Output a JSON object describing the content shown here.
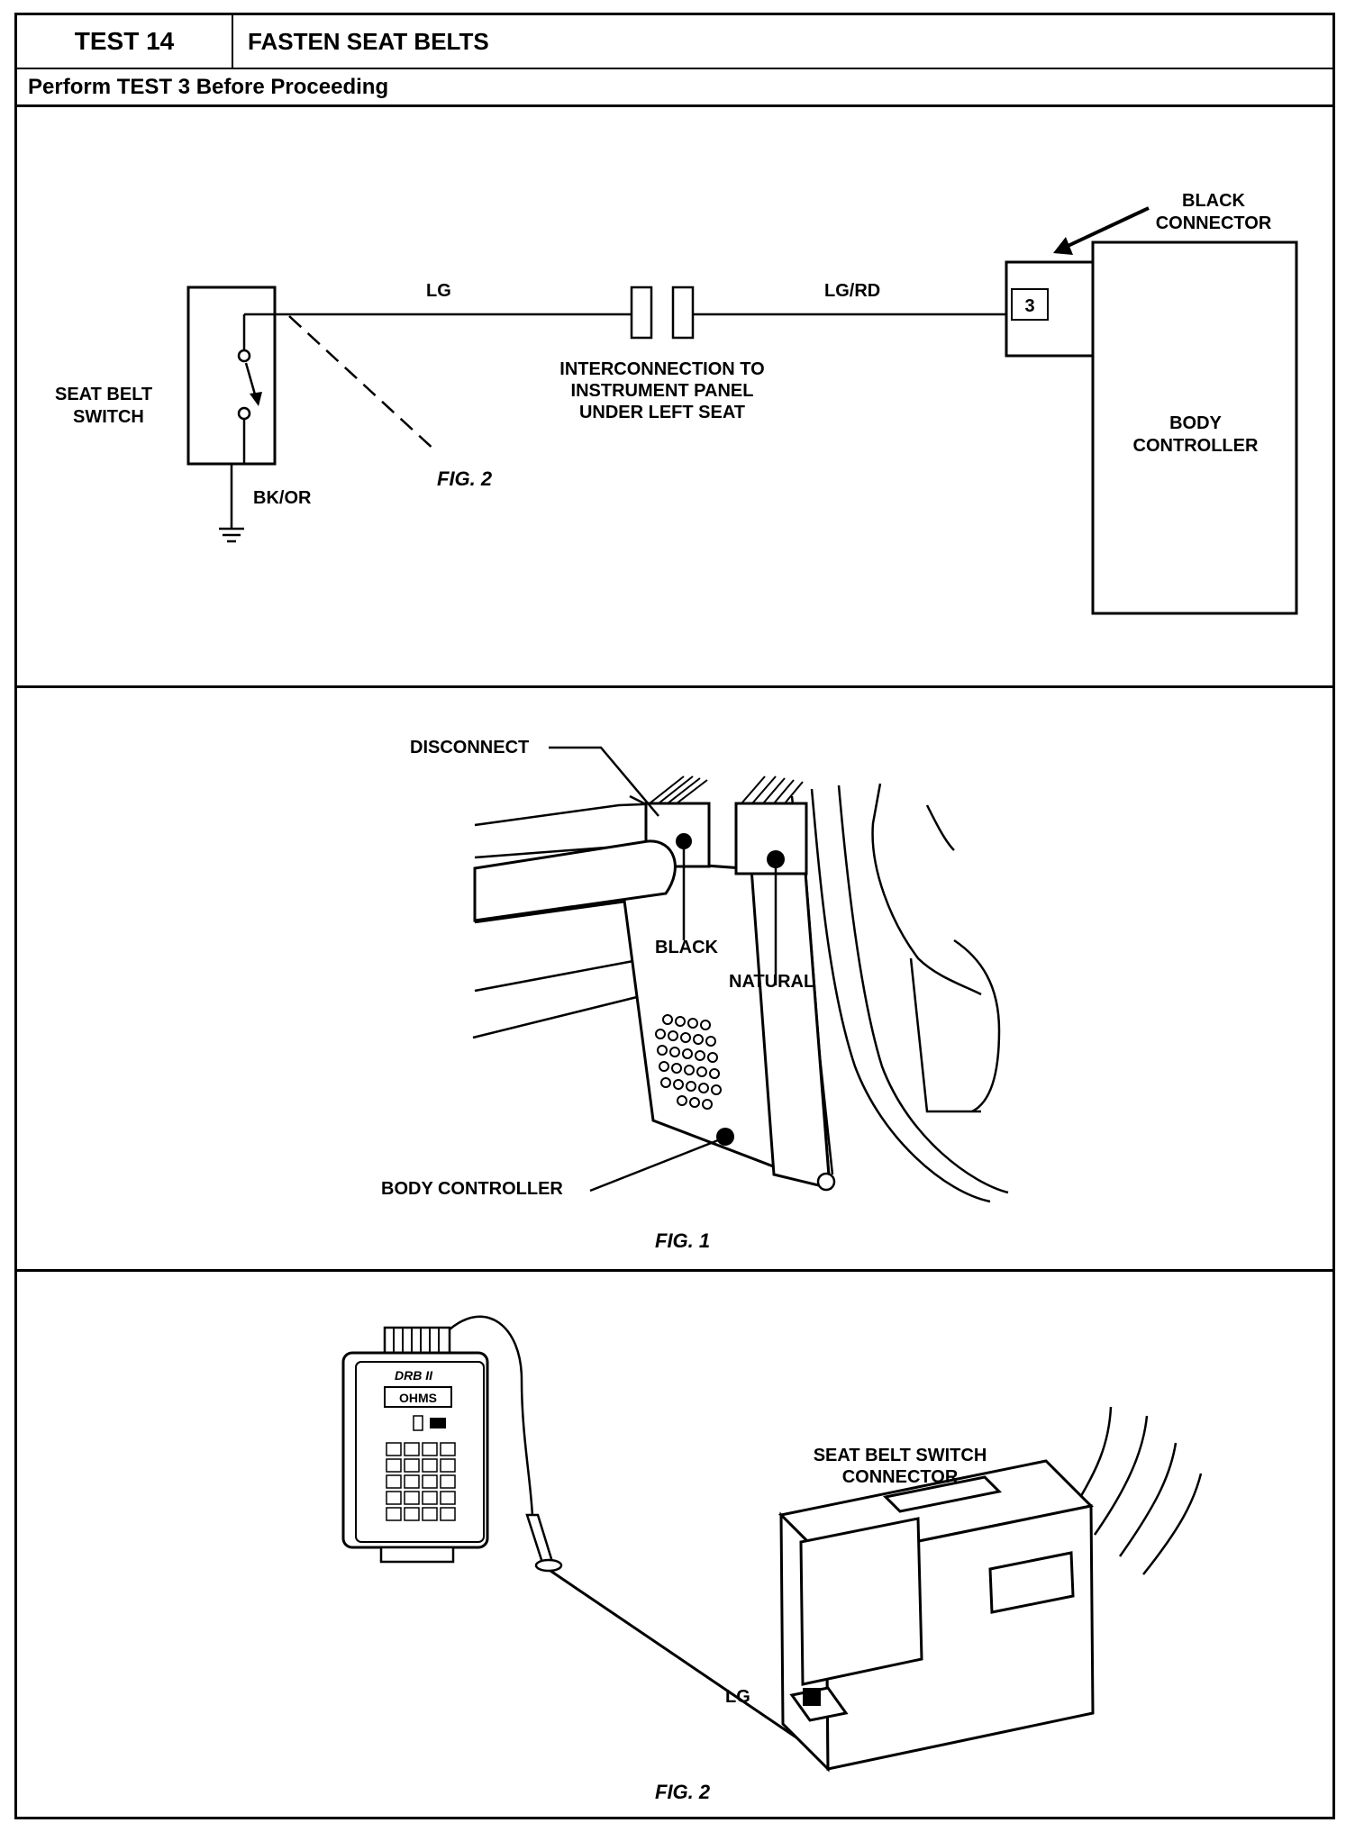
{
  "header": {
    "test_number": "TEST 14",
    "test_title": "FASTEN SEAT BELTS",
    "prerequisite": "Perform TEST 3 Before Proceeding"
  },
  "schematic": {
    "seat_belt_switch_label": [
      "SEAT BELT",
      "SWITCH"
    ],
    "wire_lg": "LG",
    "wire_lg_rd": "LG/RD",
    "wire_bk_or": "BK/OR",
    "fig_ref": "FIG. 2",
    "interconnection_label": [
      "INTERCONNECTION TO",
      "INSTRUMENT PANEL",
      "UNDER LEFT SEAT"
    ],
    "black_connector_label": [
      "BLACK",
      "CONNECTOR"
    ],
    "pin_number": "3",
    "body_controller_label": [
      "BODY",
      "CONTROLLER"
    ]
  },
  "fig1": {
    "disconnect": "DISCONNECT",
    "black": "BLACK",
    "natural": "NATURAL",
    "body_controller": "BODY CONTROLLER",
    "caption": "FIG. 1"
  },
  "fig2": {
    "tester_brand": "DRB II",
    "tester_mode": "OHMS",
    "connector_label": [
      "SEAT BELT SWITCH",
      "CONNECTOR"
    ],
    "wire_lg": "LG",
    "caption": "FIG. 2"
  }
}
